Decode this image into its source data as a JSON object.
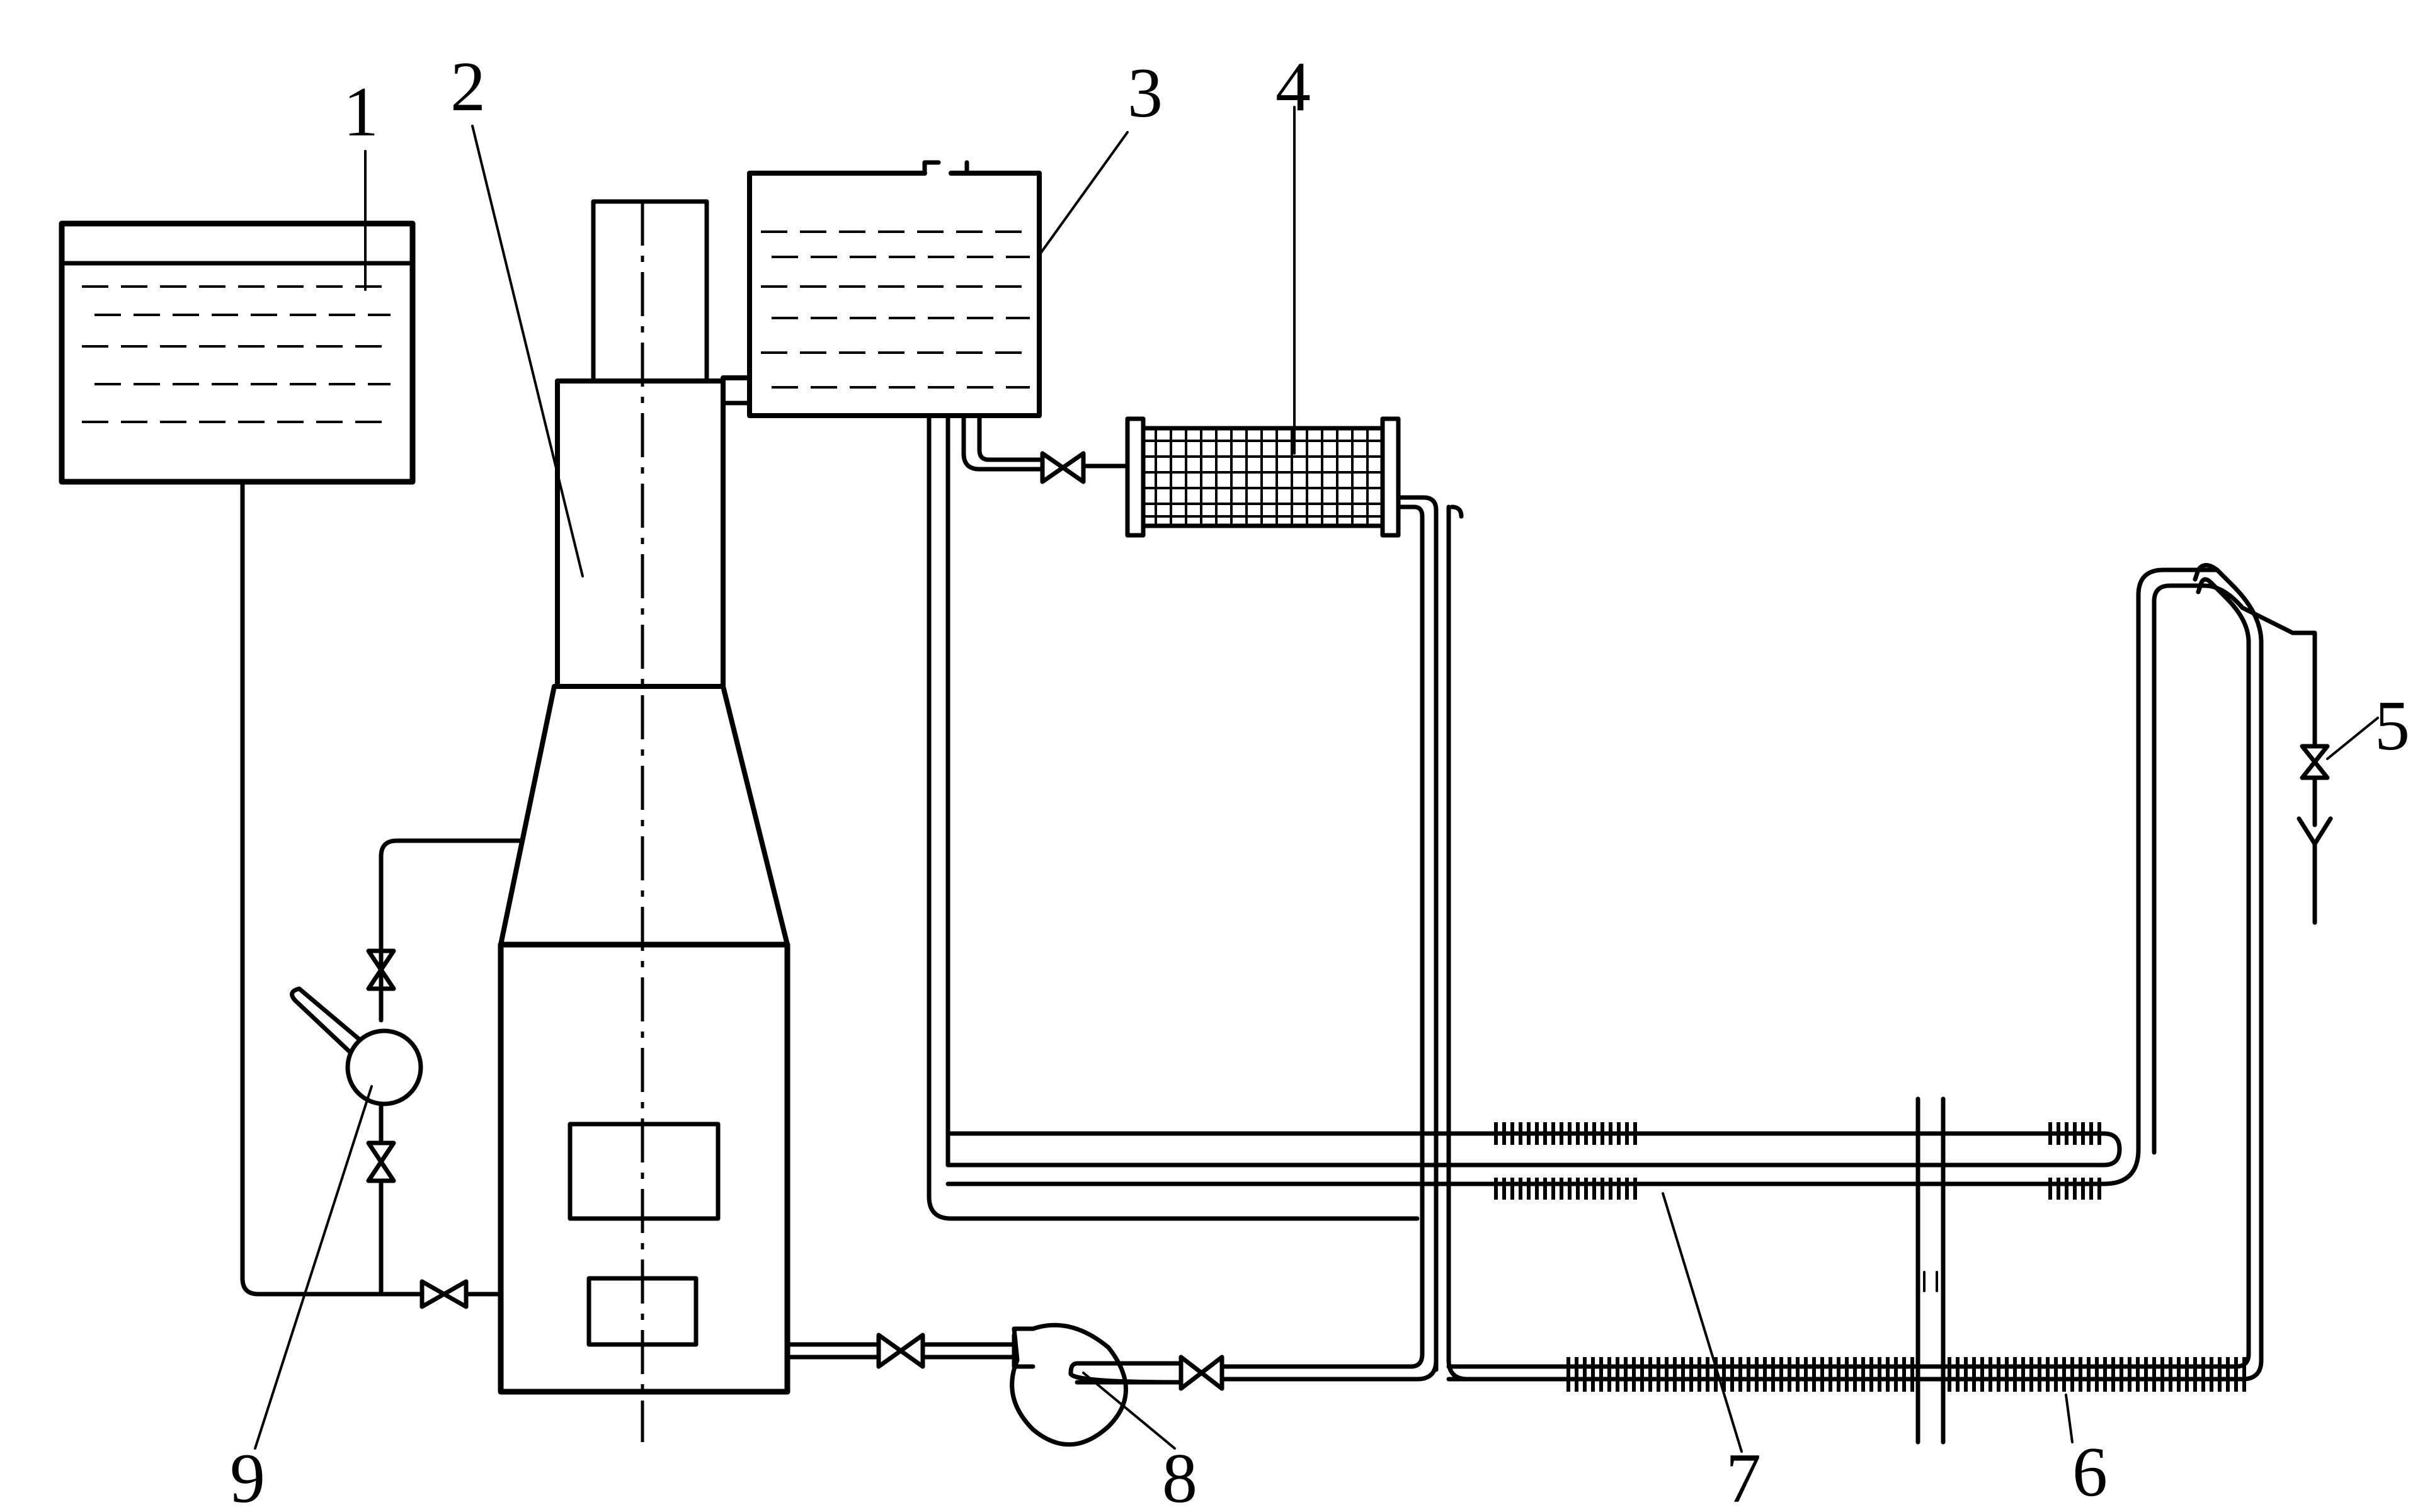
{
  "labels": [
    "1",
    "2",
    "3",
    "4",
    "5",
    "6",
    "7",
    "8",
    "9"
  ]
}
